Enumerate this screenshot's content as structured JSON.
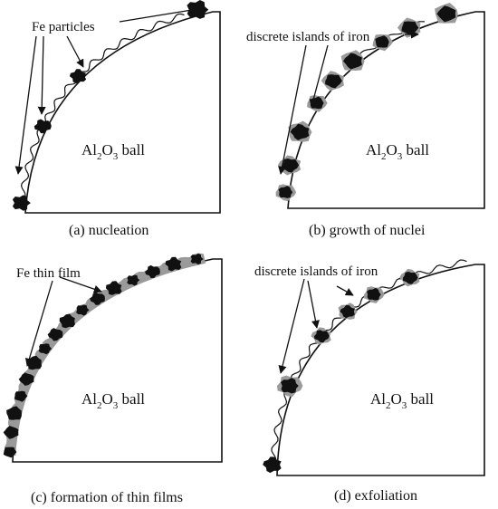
{
  "panels": [
    {
      "id": "a",
      "caption": "(a) nucleation",
      "ball": {
        "prefix": "Al",
        "sub1": "2",
        "mid": "O",
        "sub2": "3",
        "suffix": " ball"
      },
      "callout": "Fe particles"
    },
    {
      "id": "b",
      "caption": "(b) growth of nuclei",
      "ball": {
        "prefix": "Al",
        "sub1": "2",
        "mid": "O",
        "sub2": "3",
        "suffix": " ball"
      },
      "callout": "discrete islands of iron"
    },
    {
      "id": "c",
      "caption": "(c) formation of thin films",
      "ball": {
        "prefix": "Al",
        "sub1": "2",
        "mid": "O",
        "sub2": "3",
        "suffix": " ball"
      },
      "callout": "Fe thin film"
    },
    {
      "id": "d",
      "caption": "(d) exfoliation",
      "ball": {
        "prefix": "Al",
        "sub1": "2",
        "mid": "O",
        "sub2": "3",
        "suffix": " ball"
      },
      "callout": "discrete islands of iron"
    }
  ],
  "colors": {
    "particle": "#111111",
    "film": "#9a9a9a",
    "line": "#111111"
  }
}
